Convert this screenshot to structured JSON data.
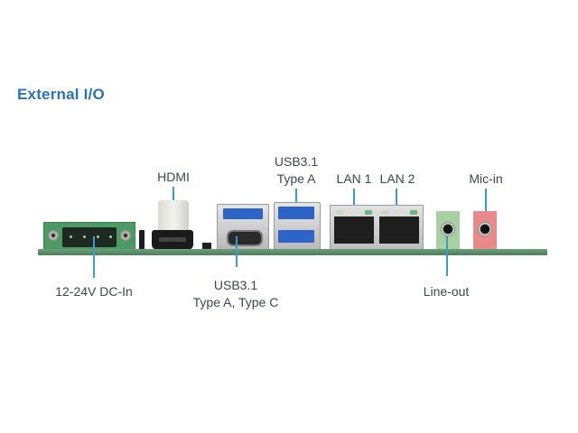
{
  "title": "External I/O",
  "labels": {
    "hdmi": "HDMI",
    "usb_a_top_line1": "USB3.1",
    "usb_a_top_line2": "Type A",
    "lan1": "LAN 1",
    "lan2": "LAN 2",
    "mic_in": "Mic-in",
    "dc_in": "12-24V DC-In",
    "usb_ac_line1": "USB3.1",
    "usb_ac_line2": "Type A, Type C",
    "line_out": "Line-out"
  },
  "colors": {
    "title": "#2a73b5",
    "leader_line": "#3a9bd0",
    "pcb_green": "#5b8c68",
    "line_out_jack": "#a8d0a0",
    "mic_in_jack": "#e88a8a",
    "usb3_blue": "#2e64c8"
  }
}
